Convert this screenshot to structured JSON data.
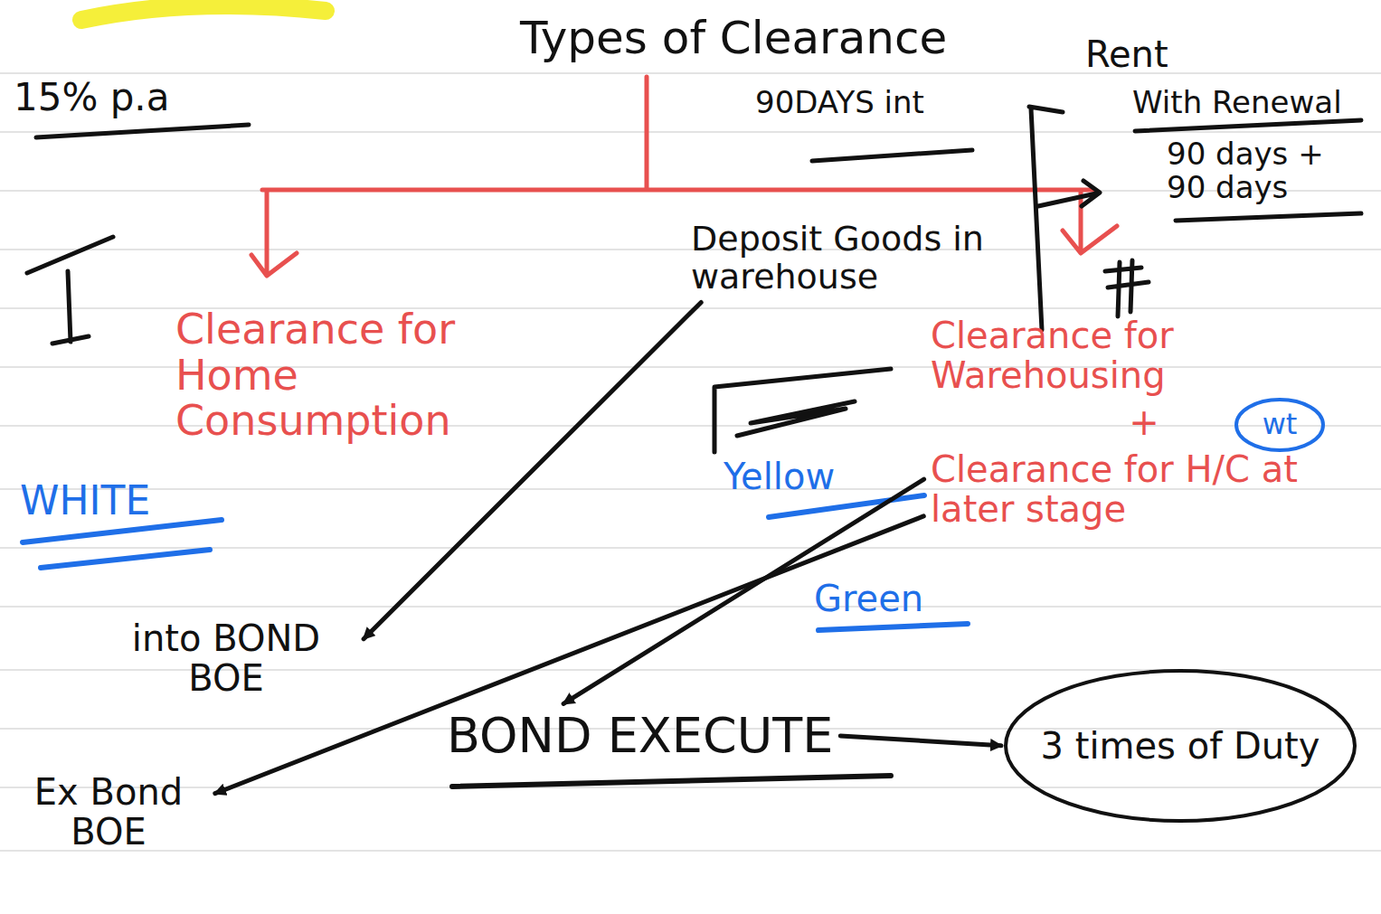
{
  "diagram": {
    "title": "Types of Clearance",
    "nodes": [
      {
        "text": [
          "Clearance for Home Consumption"
        ]
      },
      {
        "text": [
          "Clearance for Warehousing",
          "+",
          "Clearance for H/C at later stage"
        ]
      },
      {
        "text": [
          "wt"
        ]
      },
      {
        "text": [
          "Deposit Goods in warehouse"
        ]
      },
      {
        "text": [
          "into BOND BOE"
        ]
      },
      {
        "text": [
          "Ex Bond BOE"
        ]
      },
      {
        "text": [
          "BOND EXECUTE"
        ]
      },
      {
        "text": [
          "3 times of Duty"
        ]
      }
    ],
    "edges": [
      {
        "from": 3,
        "to": 4,
        "arrow": "to"
      },
      {
        "from": 1,
        "to": 6,
        "arrow": "to"
      },
      {
        "from": 1,
        "to": 5,
        "arrow": "to"
      },
      {
        "from": 6,
        "to": 7,
        "arrow": "to"
      }
    ],
    "labels": [
      "15% p.a",
      "90DAYS int",
      "Rent",
      "With Renewal",
      "90 days + 90 days",
      "WHITE",
      "Yellow",
      "Green"
    ]
  }
}
